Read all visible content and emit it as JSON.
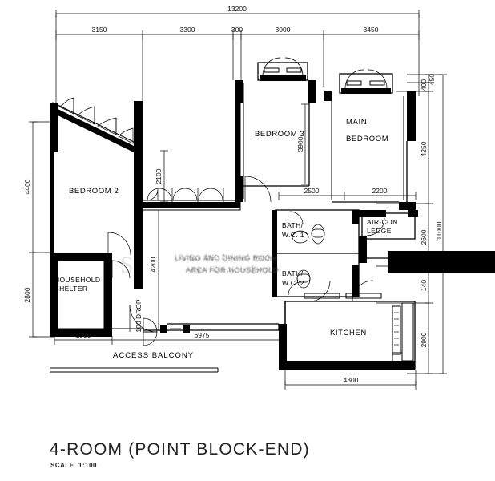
{
  "drawing": {
    "title": "4-ROOM (POINT BLOCK-END)",
    "scale_label": "SCALE",
    "scale_value": "1:100"
  },
  "rooms": [
    {
      "key": "bedroom2",
      "label": "BEDROOM 2"
    },
    {
      "key": "bedroom3",
      "label": "BEDROOM 3"
    },
    {
      "key": "mainbed_l1",
      "label": "MAIN"
    },
    {
      "key": "mainbed_l2",
      "label": "BEDROOM"
    },
    {
      "key": "shelter_l1",
      "label": "HOUSEHOLD"
    },
    {
      "key": "shelter_l2",
      "label": "SHELTER"
    },
    {
      "key": "bath1_l1",
      "label": "BATH/"
    },
    {
      "key": "bath1_l2",
      "label": "W.C.  1"
    },
    {
      "key": "bath2_l1",
      "label": "BATH/"
    },
    {
      "key": "bath2_l2",
      "label": "W.C.  2"
    },
    {
      "key": "aircon_l1",
      "label": "AIR-CON"
    },
    {
      "key": "aircon_l2",
      "label": "LEDGE"
    },
    {
      "key": "kitchen",
      "label": "KITCHEN"
    },
    {
      "key": "living_l1",
      "label": "LIVING AND DINING ROOM"
    },
    {
      "key": "living_l2",
      "label": "AREA  FOR  HOUSEHOLD"
    },
    {
      "key": "balcony",
      "label": "ACCESS BALCONY"
    },
    {
      "key": "drop",
      "label": "100 DROP"
    }
  ],
  "dimensions": {
    "top_overall": "13200",
    "top_chain": [
      "3150",
      "3300",
      "300",
      "3000",
      "3450"
    ],
    "left_chain": [
      "4400",
      "2800"
    ],
    "bottom_left": [
      "1900",
      "6975"
    ],
    "bottom_right": [
      "4300"
    ],
    "right_overall": "11000",
    "right_chain": [
      "400",
      "450",
      "4250",
      "2600",
      "140",
      "2900"
    ],
    "interior": [
      "2100",
      "4200",
      "3900",
      "2500",
      "2200"
    ]
  },
  "watermark": {
    "text": "S"
  }
}
